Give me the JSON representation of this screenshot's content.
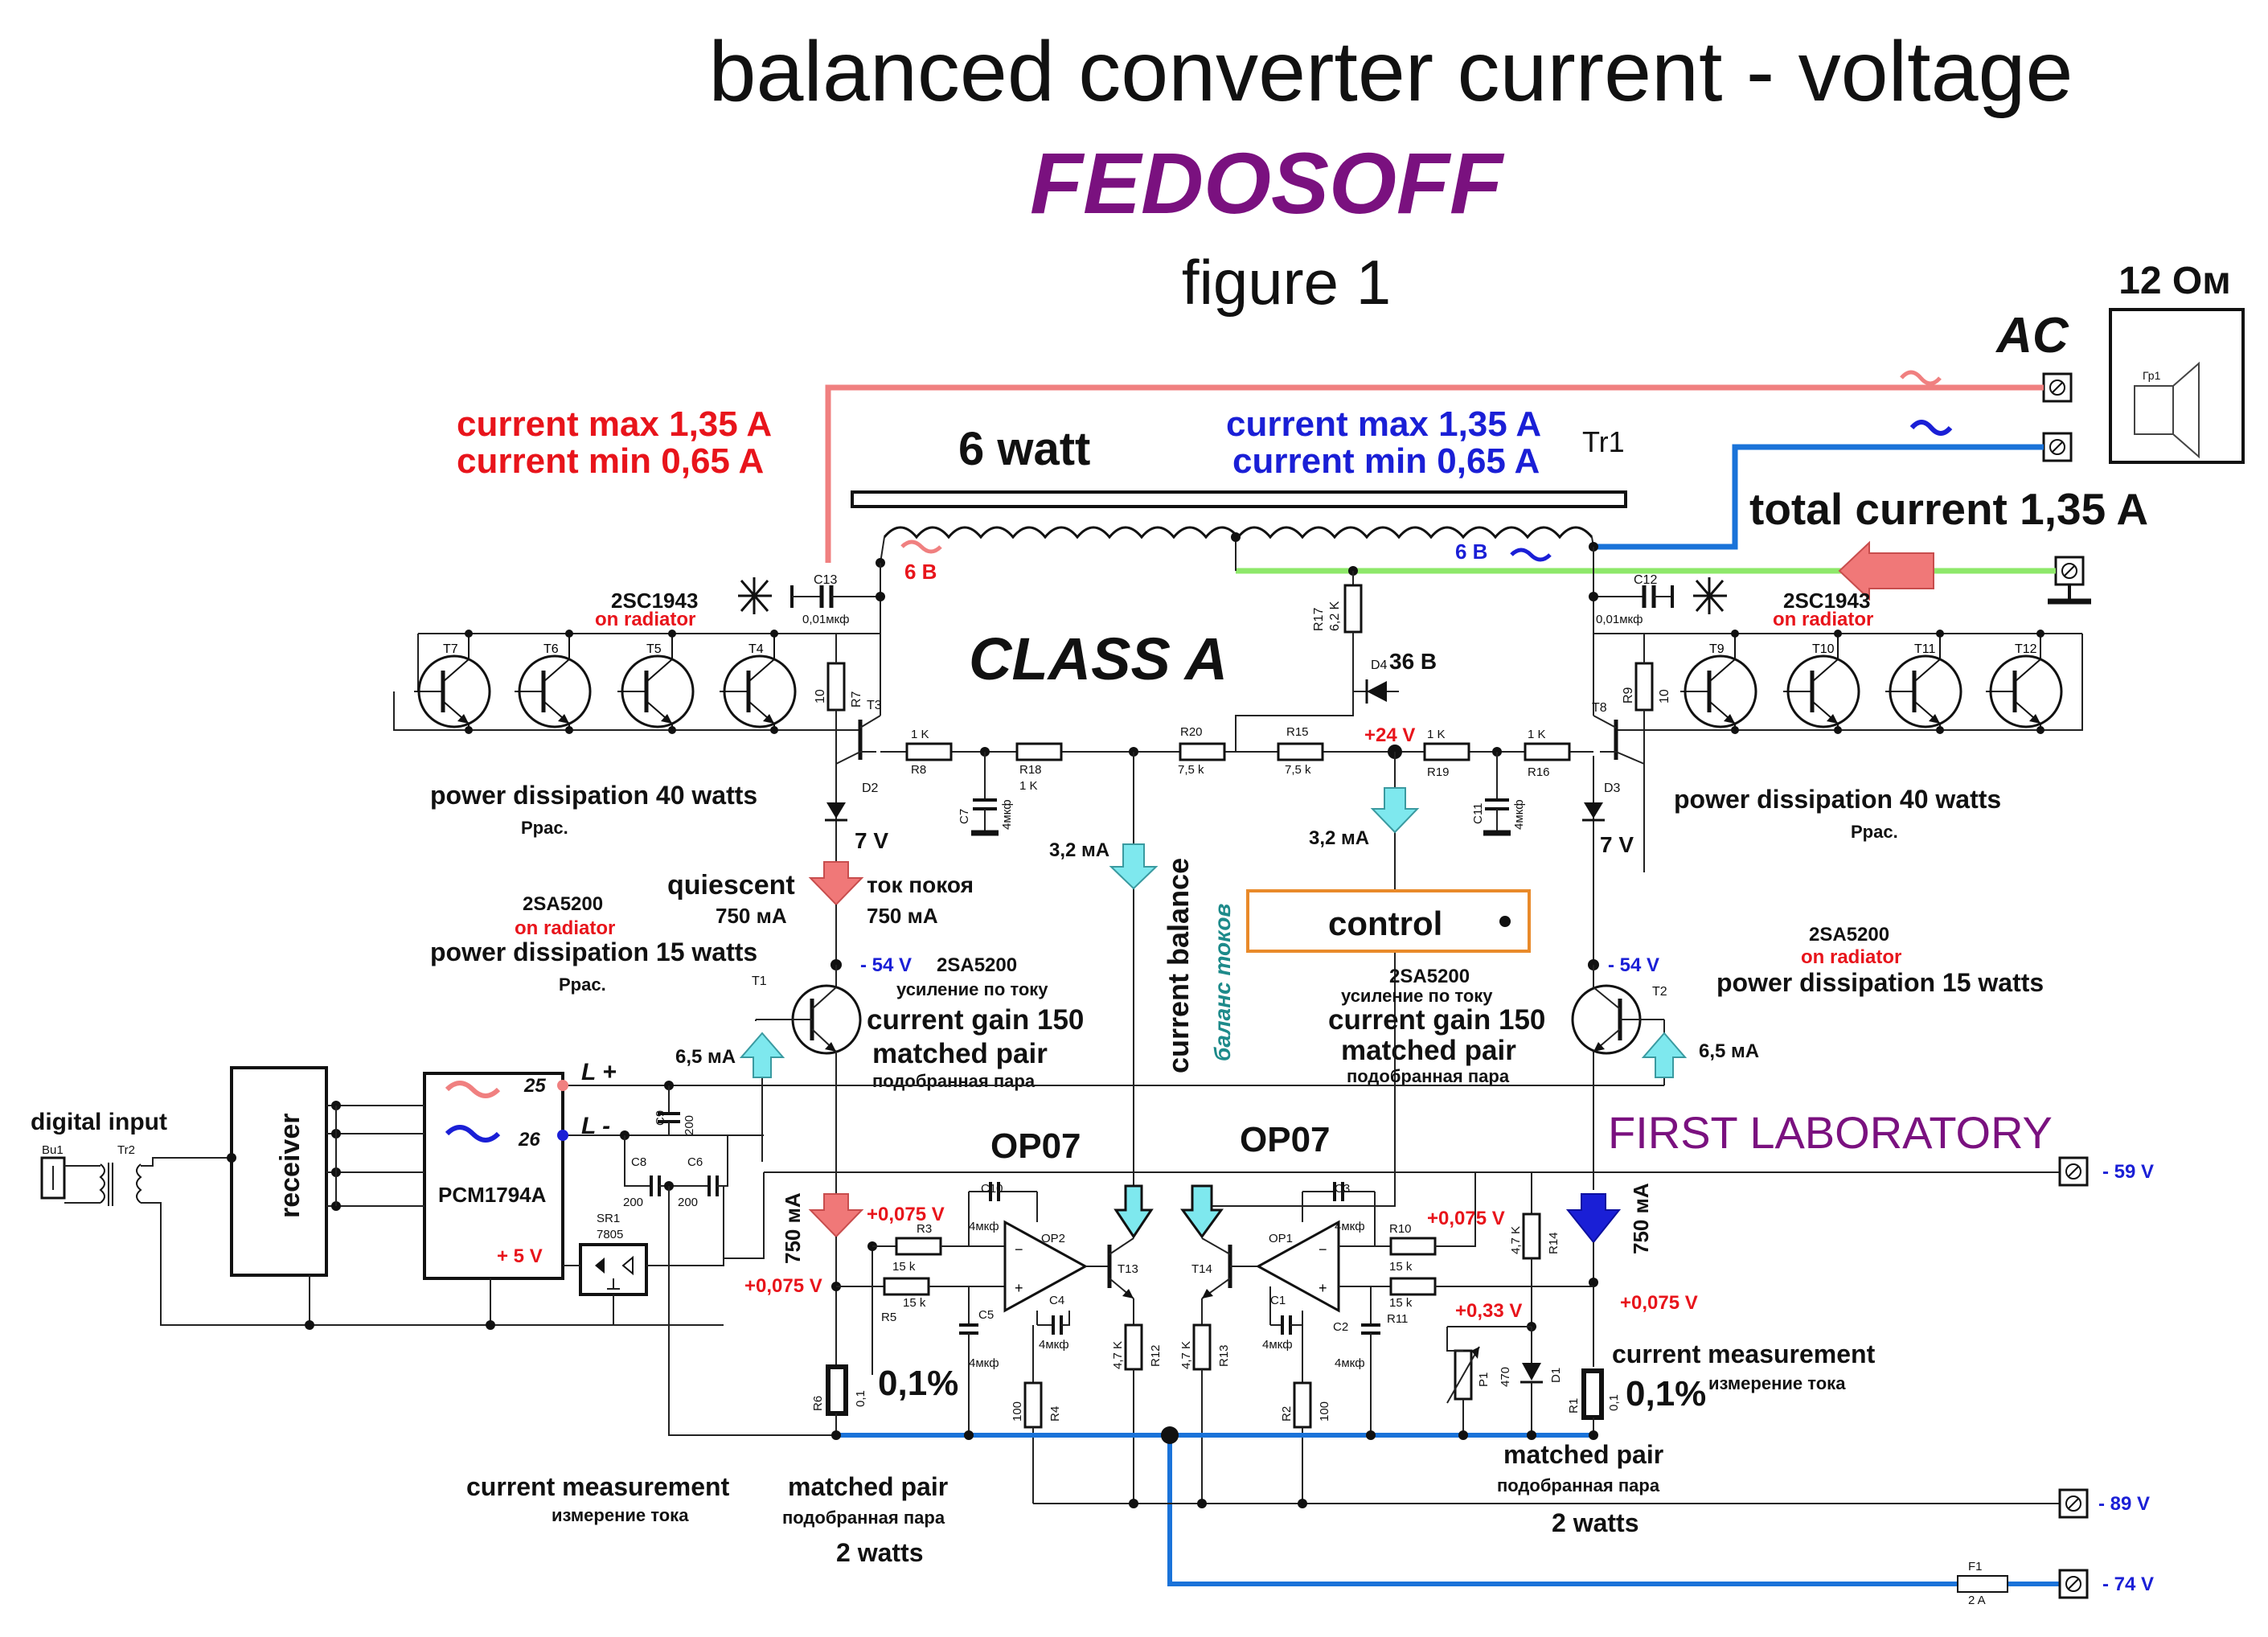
{
  "title": "balanced converter current - voltage",
  "brand": "FEDOSOFF",
  "figure": "figure 1",
  "lab": "FIRST LABORATORY",
  "class_label": "CLASS A",
  "transformer": {
    "name": "Tr1",
    "power": "6 watt",
    "left_voltage": "6 В",
    "right_voltage": "6 В"
  },
  "speaker": {
    "impedance": "12 Ом",
    "output": "AC",
    "ref": "Гр1"
  },
  "current_left": {
    "max": "current max 1,35 A",
    "min": "current min 0,65 A"
  },
  "current_right": {
    "max": "current max 1,35 A",
    "min": "current min 0,65 A"
  },
  "total_current": "total current 1,35 A",
  "output_transistors": {
    "left": {
      "type": "2SC1943",
      "note": "on radiator",
      "dissipation": "power dissipation 40  watts",
      "sub": "Ррас."
    },
    "right": {
      "type": "2SC1943",
      "note": "on radiator",
      "dissipation": "power dissipation 40  watts",
      "sub": "Ррас."
    }
  },
  "driver_transistors": {
    "left": {
      "type": "2SA5200",
      "note": "on radiator",
      "dissipation": "power dissipation 15  watts",
      "sub": "Ррас."
    },
    "right": {
      "type": "2SA5200",
      "note": "on radiator",
      "dissipation": "power dissipation 15  watts"
    }
  },
  "matched": {
    "left_type": "2SA5200",
    "left_gain_ru": "усиление по току",
    "left_gain": "current gain 150",
    "left_pair": "matched pair",
    "left_pair_ru": "подобранная пара",
    "right_type": "2SA5200",
    "right_gain_ru": "усиление по току",
    "right_gain": "current gain 150",
    "right_pair": "matched pair",
    "right_pair_ru": "подобранная пара"
  },
  "quiescent": {
    "en": "quiescent",
    "ru": "ток покоя",
    "value_left": "750 мА",
    "value_right": "750 мА"
  },
  "current_balance": {
    "en": "current balance",
    "ru": "баланс токов"
  },
  "control": "control",
  "voltages": {
    "v7_left": "7 V",
    "v7_right": "7 V",
    "v54_left": "- 54 V",
    "v54_right": "- 54 V",
    "v24": "+24 V",
    "v36": "36 В",
    "v075_a": "+0,075 V",
    "v075_b": "+0,075 V",
    "v075_c": "+0,075 V",
    "v075_d": "+0,075 V",
    "v033": "+0,33 V",
    "v5": "+ 5 V"
  },
  "currents": {
    "i32_left": "3,2 мА",
    "i32_right": "3,2 мА",
    "i65_left": "6,5 мА",
    "i65_right": "6,5 мА",
    "i750_left": "750 мА",
    "i750_right": "750 мА"
  },
  "supplies": {
    "s59": "- 59 V",
    "s89": "- 89 V",
    "s74": "- 74 V"
  },
  "opamps": {
    "left": "OP07",
    "right": "OP07"
  },
  "input": {
    "digital": "digital input",
    "receiver": "receiver",
    "dac": "PCM1794A",
    "pin25": "25",
    "pin26": "26",
    "lplus": "L +",
    "lminus": "L -",
    "bu": "Bu1",
    "tr": "Tr2",
    "reg": "SR1",
    "reg_type": "7805"
  },
  "measurement": {
    "left_en": "current measurement",
    "left_ru": "измерение тока",
    "left_pair": "matched pair",
    "left_pair_ru": "подобранная пара",
    "left_watts": "2 watts",
    "left_pct": "0,1%",
    "right_en": "current measurement",
    "right_ru": "измерение тока",
    "right_pair": "matched pair",
    "right_pair_ru": "подобранная пара",
    "right_watts": "2 watts",
    "right_pct": "0,1%"
  },
  "fuse": {
    "ref": "F1",
    "value": "2 A"
  },
  "parts": {
    "C13": "C13",
    "C13v": "0,01мкф",
    "C12": "C12",
    "C12v": "0,01мкф",
    "T7": "T7",
    "T6": "T6",
    "T5": "T5",
    "T4": "T4",
    "T3": "T3",
    "T8": "T8",
    "T9": "T9",
    "T10": "T10",
    "T11": "T11",
    "T12": "T12",
    "T1": "T1",
    "T2": "T2",
    "T13": "T13",
    "T14": "T14",
    "R7": "R7",
    "R7v": "10",
    "R9": "R9",
    "R9v": "10",
    "R8": "R8",
    "R8v": "1 K",
    "R18": "R18",
    "R18v": "1 K",
    "R20": "R20",
    "R20v": "7,5 k",
    "R15": "R15",
    "R15v": "7,5 k",
    "R19": "R19",
    "R19v": "1 K",
    "R16": "R16",
    "R16v": "1 K",
    "R17": "R17",
    "R17v": "6,2 K",
    "D4": "D4",
    "D2": "D2",
    "D3": "D3",
    "D1": "D1",
    "C7": "C7",
    "C7v": "4мкф",
    "C11": "C11",
    "C11v": "4мкф",
    "C9": "C9",
    "C9v": "200",
    "C8": "C8",
    "C8v": "200",
    "C6": "C6",
    "C6v": "200",
    "R3": "R3",
    "R3v": "15 k",
    "R5": "R5",
    "R5v": "15 k",
    "C10": "C10",
    "C10v": "4мкф",
    "OP2": "OP2",
    "C4": "C4",
    "C4v": "4мкф",
    "C5": "C5",
    "C5v": "4мкф",
    "R12": "R12",
    "R12v": "4,7 K",
    "R4": "R4",
    "R4v": "100",
    "R6": "R6",
    "R6v": "0,1",
    "R13": "R13",
    "R13v": "4,7 K",
    "C1": "C1",
    "C1v": "4мкф",
    "OP1": "OP1",
    "C3": "C3",
    "C3v": "4мкф",
    "C2": "C2",
    "C2v": "4мкф",
    "R2": "R2",
    "R2v": "100",
    "R10": "R10",
    "R10v": "15 k",
    "R11": "R11",
    "R11v": "15 k",
    "R14": "R14",
    "R14v": "4,7 K",
    "P1": "P1",
    "P1v": "470",
    "R1": "R1",
    "R1v": "0,1"
  },
  "colors": {
    "ac_pos": "#f08080",
    "ac_neg": "#1a73d9",
    "ground": "#8ee86a",
    "arrow_red": "#f07878",
    "arrow_cyan": "#7ee8ee",
    "arrow_blue": "#1a1fd6",
    "control_border": "#e98a2a",
    "purple": "#7a117f"
  }
}
